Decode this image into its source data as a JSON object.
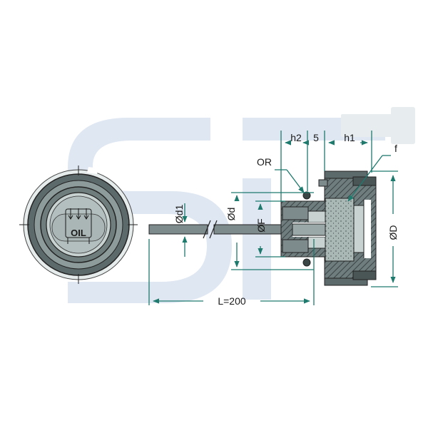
{
  "labels": {
    "h2": "h2",
    "five": "5",
    "h1": "h1",
    "f": "f",
    "or": "OR",
    "d1": "Ød1",
    "d": "Ød",
    "F": "ØF",
    "D": "ØD",
    "length": "L=200",
    "oil": "OIL"
  },
  "colors": {
    "watermark": "#dfe7f2",
    "dimension": "#1f7a6e",
    "body": "#7d8b8c",
    "body_dark": "#4a5556",
    "filter": "#a9b7b5",
    "stroke": "#222222"
  }
}
